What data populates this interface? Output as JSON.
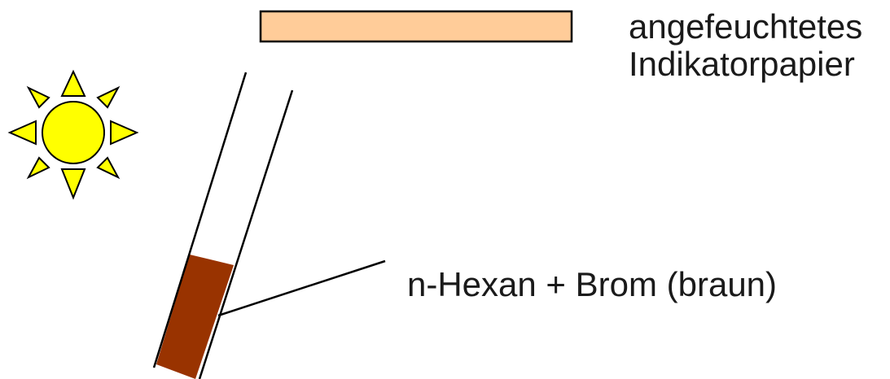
{
  "labels": {
    "indicator_paper_line1": "angefeuchtetes",
    "indicator_paper_line2": "Indikatorpapier",
    "solution": "n-Hexan + Brom (braun)"
  },
  "colors": {
    "sun_fill": "#ffff00",
    "indicator_paper_fill": "#ffcc99",
    "bromine_solution_fill": "#993300",
    "outline": "#000000",
    "text": "#1a1a1a"
  },
  "icons": {
    "sun": "sun-icon"
  }
}
